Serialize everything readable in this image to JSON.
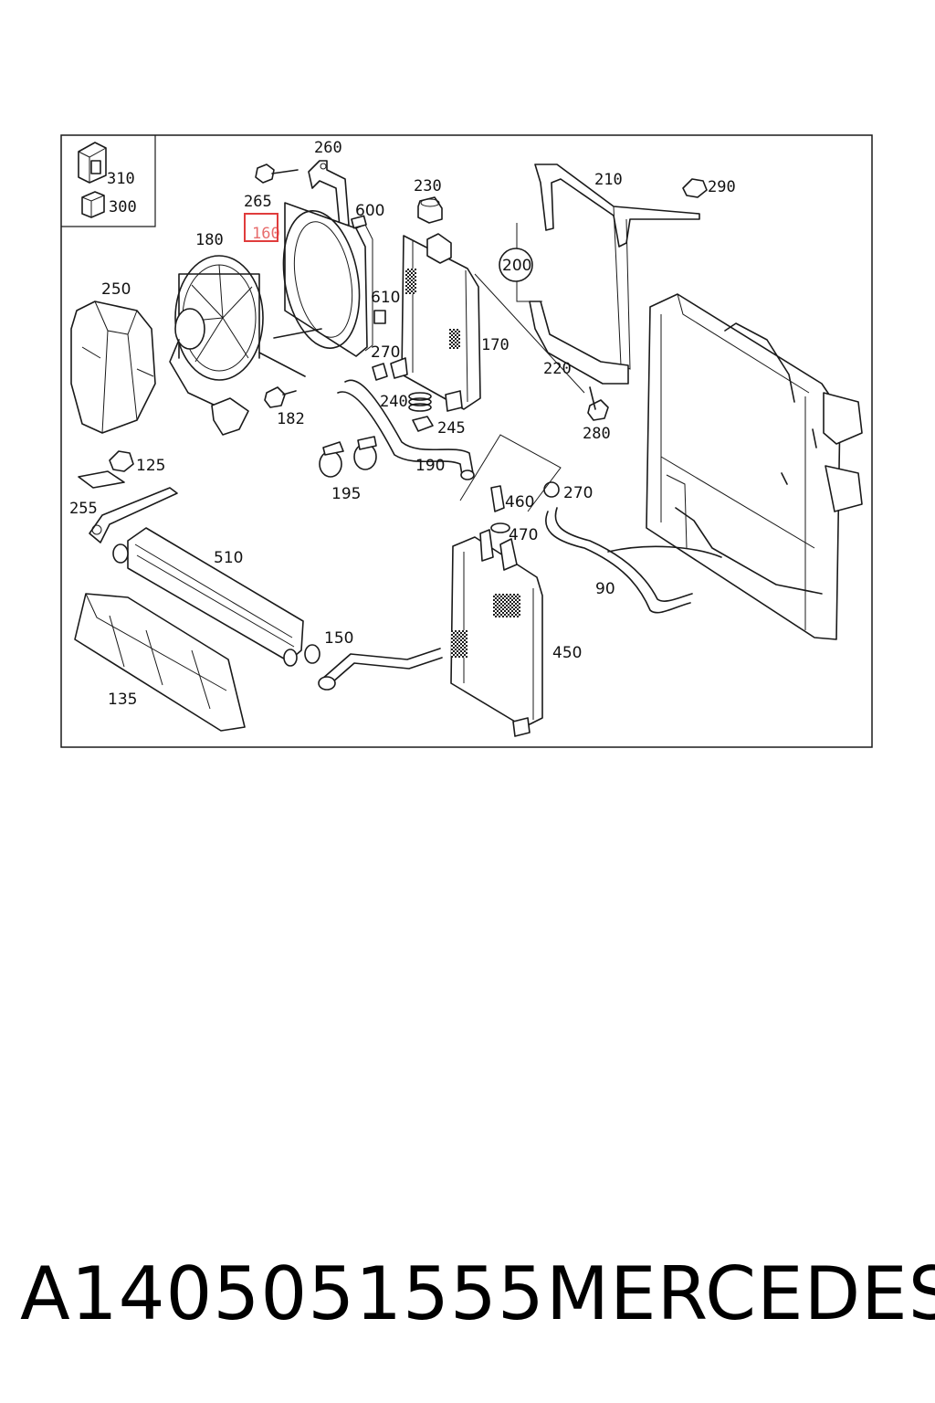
{
  "callouts": [
    {
      "id": "c310",
      "text": "310"
    },
    {
      "id": "c300",
      "text": "300"
    },
    {
      "id": "c260",
      "text": "260"
    },
    {
      "id": "c265",
      "text": "265"
    },
    {
      "id": "c160",
      "text": "160"
    },
    {
      "id": "c600",
      "text": "600"
    },
    {
      "id": "c230",
      "text": "230"
    },
    {
      "id": "c210",
      "text": "210"
    },
    {
      "id": "c290",
      "text": "290"
    },
    {
      "id": "c200",
      "text": "200"
    },
    {
      "id": "c180",
      "text": "180"
    },
    {
      "id": "c250",
      "text": "250"
    },
    {
      "id": "c610",
      "text": "610"
    },
    {
      "id": "c270a",
      "text": "270"
    },
    {
      "id": "c170",
      "text": "170"
    },
    {
      "id": "c220",
      "text": "220"
    },
    {
      "id": "c240",
      "text": "240"
    },
    {
      "id": "c245",
      "text": "245"
    },
    {
      "id": "c182",
      "text": "182"
    },
    {
      "id": "c280",
      "text": "280"
    },
    {
      "id": "c125",
      "text": "125"
    },
    {
      "id": "c190",
      "text": "190"
    },
    {
      "id": "c195",
      "text": "195"
    },
    {
      "id": "c255",
      "text": "255"
    },
    {
      "id": "c460",
      "text": "460"
    },
    {
      "id": "c270b",
      "text": "270"
    },
    {
      "id": "c470",
      "text": "470"
    },
    {
      "id": "c510",
      "text": "510"
    },
    {
      "id": "c90",
      "text": "90"
    },
    {
      "id": "c150",
      "text": "150"
    },
    {
      "id": "c450",
      "text": "450"
    },
    {
      "id": "c135",
      "text": "135"
    }
  ],
  "highlighted_callout": "160",
  "highlight_color": "#e03c3c",
  "footer": {
    "part_number": "A1405051555",
    "brand": "MERCEDES"
  }
}
